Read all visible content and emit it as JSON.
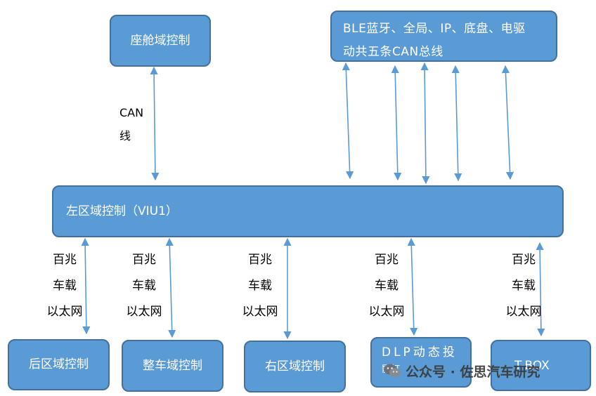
{
  "top": {
    "cockpit": "座舱域控制",
    "ble_line1": "BLE蓝牙、全局、IP、底盘、电驱",
    "ble_line2": "动共五条CAN总线"
  },
  "link_can": {
    "line1": "CAN",
    "line2": "线"
  },
  "center": {
    "label": "左区域控制（VIU1）"
  },
  "ethernet_links": [
    {
      "line1": "百兆",
      "line2": "车载",
      "line3": "以太网"
    },
    {
      "line1": "百兆",
      "line2": "车载",
      "line3": "以太网"
    },
    {
      "line1": "百兆",
      "line2": "车载",
      "line3": "以太网"
    },
    {
      "line1": "百兆",
      "line2": "车载",
      "line3": "以太网"
    },
    {
      "line1": "百兆",
      "line2": "车载",
      "line3": "以太网"
    }
  ],
  "bottom": {
    "rear": "后区域控制",
    "vehicle": "整车域控制",
    "right": "右区域控制",
    "dlp_line1": "DLP动态投",
    "dlp_line2": "影灯",
    "tbox": "T-BOX"
  },
  "watermark": {
    "text": "公众号 · 佐思汽车研究",
    "icon": "wechat-icon"
  },
  "colors": {
    "box_fill": "#5b9bd5",
    "box_border": "#41719c",
    "arrow": "#5b9bd5"
  }
}
